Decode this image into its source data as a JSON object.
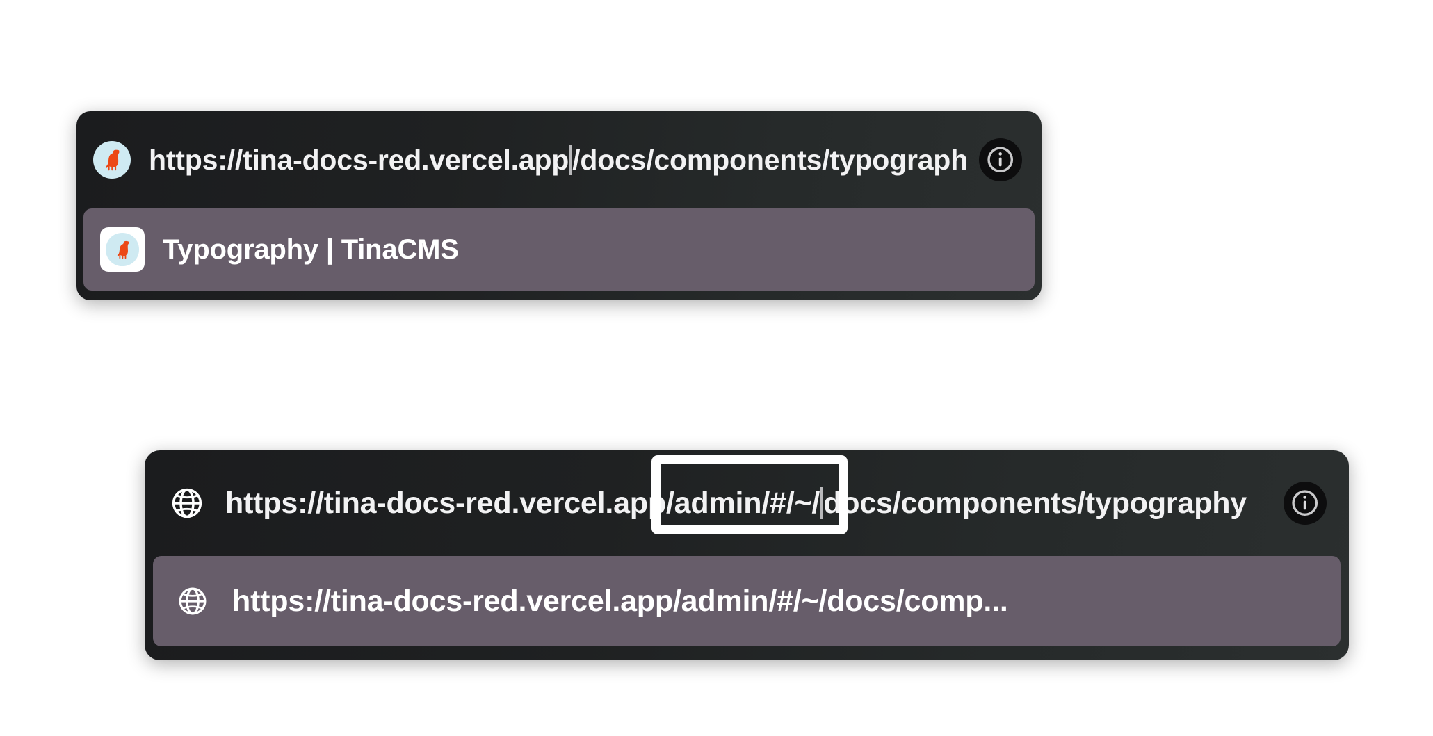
{
  "panels": [
    {
      "id": "tina-docs-omnibox",
      "leading_icon": "tina-llama-favicon",
      "url_before_caret": "https://tina-docs-red.vercel.app",
      "url_after_caret": "/docs/components/typography",
      "caret_visible": true,
      "info_button_icon": "info-circle-icon",
      "suggestion": {
        "icon": "tina-llama-favicon",
        "label": "Typography | TinaCMS"
      }
    },
    {
      "id": "tina-admin-omnibox",
      "leading_icon": "globe-icon",
      "url_before_caret": "https://tina-docs-red.vercel.app/admin/#/~/",
      "url_after_caret": "docs/components/typography",
      "caret_visible": true,
      "info_button_icon": "info-circle-icon",
      "suggestion": {
        "icon": "globe-icon",
        "label": "https://tina-docs-red.vercel.app/admin/#/~/docs/comp..."
      }
    }
  ],
  "annotation": {
    "highlight_label": "/admin/#/~/",
    "highlight_color": "#ffffff"
  },
  "colors": {
    "panel_background_dark": "#1f2122",
    "panel_background_light": "#2b2f2f",
    "suggestion_background": "#675d6a",
    "text_primary": "#f2f2f3",
    "info_button_background": "#0d0d0e",
    "tina_llama_orange": "#ec4815",
    "tina_favicon_blue": "#cfeaf2",
    "caret_color": "#b9b9bb"
  }
}
